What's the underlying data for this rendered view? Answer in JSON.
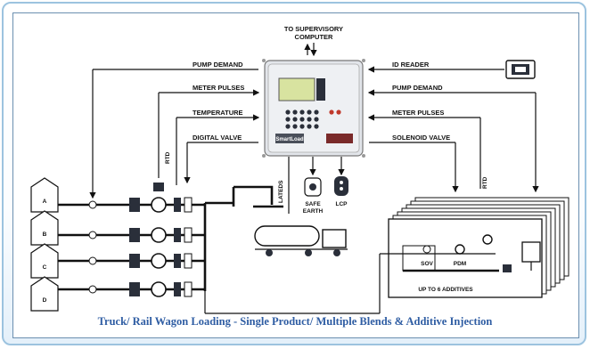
{
  "supervisory": [
    "TO SUPERVISORY",
    "COMPUTER"
  ],
  "left_signals": [
    "PUMP DEMAND",
    "METER PULSES",
    "TEMPERATURE",
    "DIGITAL VALVE"
  ],
  "right_signals": [
    "ID READER",
    "PUMP DEMAND",
    "METER PULSES",
    "SOLENOID VALVE"
  ],
  "tanks": [
    "A",
    "B",
    "C",
    "D"
  ],
  "controller": {
    "brand": "SmartLoad"
  },
  "devices": {
    "rtd": "RTD",
    "lateds": "LATEDS",
    "safe_earth": [
      "SAFE",
      "EARTH"
    ],
    "lcp": "LCP",
    "rtd2": "RTD"
  },
  "additive": {
    "sov": "SOV",
    "pdm": "PDM",
    "caption": "UP TO 6 ADDITIVES"
  },
  "caption": "Truck/ Rail Wagon Loading - Single Product/ Multiple Blends & Additive Injection",
  "colors": {
    "border": "#9cc3df",
    "caption": "#2f5da3",
    "screen": "#d8e3a0"
  }
}
